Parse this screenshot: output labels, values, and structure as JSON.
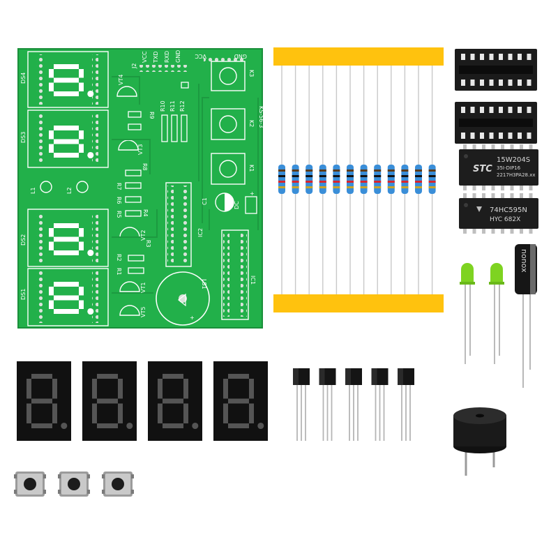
{
  "pcb": {
    "board_label": "KS-56-3",
    "header_label": "J2",
    "header_pins": [
      "VCC",
      "TXD",
      "RXD",
      "GND"
    ],
    "power_labels": [
      "VCC",
      "GND"
    ],
    "display_labels": [
      "DS4",
      "DS3",
      "DS2",
      "DS1"
    ],
    "button_labels": [
      "K3",
      "K2",
      "K1"
    ],
    "led_labels": [
      "L1",
      "L2"
    ],
    "transistor_labels": [
      "VT4",
      "VT3",
      "VT2",
      "VT1",
      "VT5"
    ],
    "resistor_labels": [
      "R10",
      "R11",
      "R12",
      "R9",
      "R8",
      "R7",
      "R6",
      "R5",
      "R4",
      "R3",
      "R2",
      "R1"
    ],
    "ic_labels": [
      "IC2",
      "IC1"
    ],
    "misc_labels": [
      "C1",
      "DC",
      "LS1",
      "+",
      "+"
    ]
  },
  "chips": {
    "mcu": {
      "brand": "STC",
      "line1": "15W204S",
      "line2": "35I-DIP16",
      "line3": "2217H3PA28.xx"
    },
    "shift_register": {
      "line1": "74HC595N",
      "line2": "HYC  682X"
    }
  },
  "capacitor": {
    "brand": "nonox"
  },
  "parts": {
    "resistor_count": 12,
    "led_color": "#7ed321",
    "display_count": 4,
    "transistor_count": 5,
    "button_count": 3
  },
  "colors": {
    "pcb": "#22b04a",
    "silkscreen": "#ffffff",
    "tape": "#ffc20e",
    "resistor_body": "#3a8ed8",
    "display_segment": "#555555"
  }
}
